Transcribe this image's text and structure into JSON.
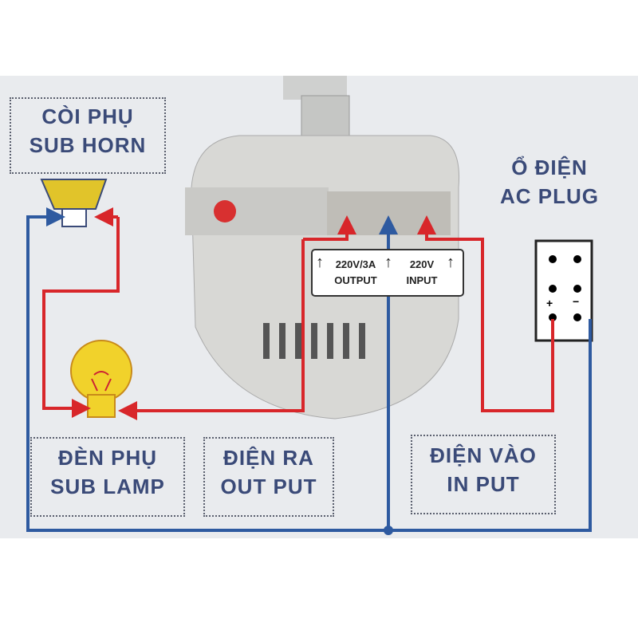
{
  "labels": {
    "horn": {
      "vi": "CÒI PHỤ",
      "en": "SUB HORN"
    },
    "plug": {
      "vi": "Ổ ĐIỆN",
      "en": "AC PLUG"
    },
    "lamp": {
      "vi": "ĐÈN PHỤ",
      "en": "SUB LAMP"
    },
    "output": {
      "vi": "ĐIỆN RA",
      "en": "OUT PUT"
    },
    "input": {
      "vi": "ĐIỆN VÀO",
      "en": "IN PUT"
    }
  },
  "terminal": {
    "out_rating": "220V/3A",
    "out_label": "OUTPUT",
    "in_rating": "220V",
    "in_label": "INPUT"
  },
  "plug_polarity": {
    "plus": "+",
    "minus": "−"
  },
  "colors": {
    "live": "#d8262a",
    "neutral": "#2e5aa0",
    "text": "#3a4a78",
    "bulb": "#f1d22b"
  }
}
